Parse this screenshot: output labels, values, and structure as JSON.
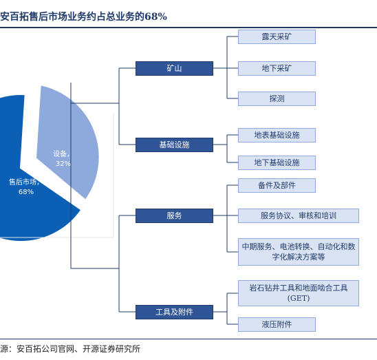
{
  "title": "安百拓售后市场业务约占总业务的68%",
  "source": "源：安百拓公司官网、开源证券研究所",
  "pie": {
    "slices": [
      {
        "label": "售后市场，",
        "value_label": "68%",
        "value": 68,
        "color": "#0b5fb5"
      },
      {
        "label": "设备，",
        "value_label": "32%",
        "value": 32,
        "color": "#8ea9db"
      }
    ]
  },
  "categories": [
    {
      "label": "矿山",
      "items": [
        "露天采矿",
        "地下采矿",
        "探测"
      ]
    },
    {
      "label": "基础设施",
      "items": [
        "地表基础设施",
        "地下基础设施"
      ]
    },
    {
      "label": "服务",
      "items": [
        "备件及部件",
        "服务协议、审核和培训",
        "中期服务、电池转换、自动化和数字化解决方案等"
      ]
    },
    {
      "label": "工具及附件",
      "items": [
        "岩石钻井工具和地面啮合工具(GET)",
        "液压附件"
      ]
    }
  ],
  "colors": {
    "dark_blue": "#2f5597",
    "light_blue": "#dae3f3",
    "line": "#1f3a6b"
  }
}
